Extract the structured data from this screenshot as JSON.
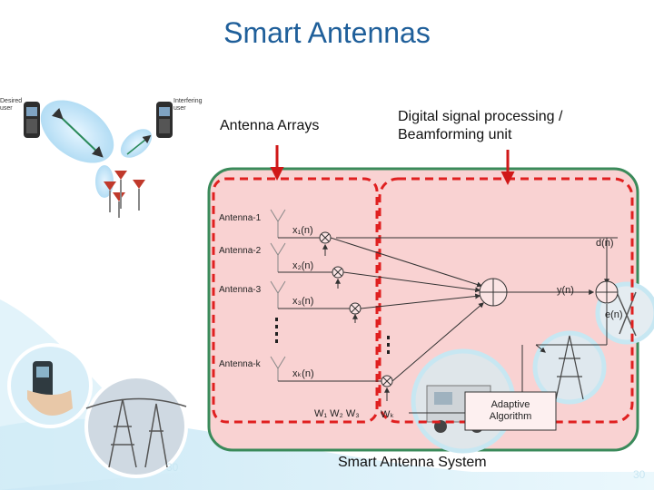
{
  "title": "Smart Antennas",
  "labels": {
    "antenna_arrays": "Antenna Arrays",
    "dsp_line1": "Digital signal processing /",
    "dsp_line2": "Beamforming unit",
    "system": "Smart Antenna System"
  },
  "antennas": [
    "Antenna-1",
    "Antenna-2",
    "Antenna-3",
    "Antenna-k"
  ],
  "signals": {
    "x1": "x₁(n)",
    "x2": "x₂(n)",
    "x3": "x₃(n)",
    "xk": "xₖ(n)",
    "d": "d(n)",
    "y": "y(n)",
    "e": "e(n)"
  },
  "weights": "W₁  W₂  W₃",
  "weight_k": "Wₖ",
  "algorithm_box": {
    "line1": "Adaptive",
    "line2": "Algorithm"
  },
  "topleft_labels": {
    "desired": "Desired user",
    "interfering": "Interfering user"
  },
  "page_number": "30",
  "colors": {
    "title": "#1f5f9a",
    "system_fill": "#f9d2d2",
    "system_border": "#3a8a5a",
    "dash": "#e02020",
    "arrow": "#d01818"
  }
}
